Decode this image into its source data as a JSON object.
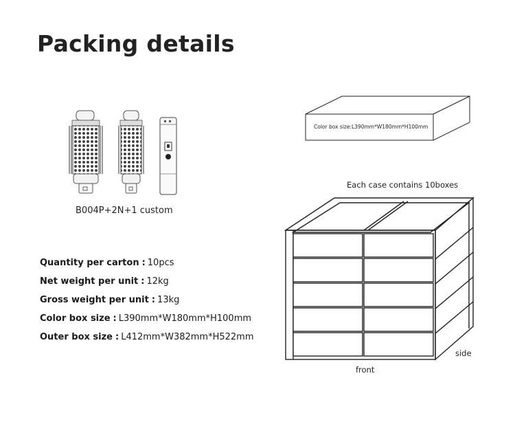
{
  "page": {
    "title": "Packing details"
  },
  "product": {
    "caption": "B004P+2N+1 custom"
  },
  "specs": [
    {
      "label": "Quantity per carton",
      "value": "10pcs"
    },
    {
      "label": "Net weight per unit",
      "value": "12kg"
    },
    {
      "label": "Gross weight per unit",
      "value": "13kg"
    },
    {
      "label": "Color box size",
      "value": "L390mm*W180mm*H100mm"
    },
    {
      "label": "Outer box size",
      "value": "L412mm*W382mm*H522mm"
    }
  ],
  "color_box": {
    "label": "Color box size:L390mm*W180mm*H100mm"
  },
  "carton": {
    "caption": "Each case contains 10boxes",
    "front_label": "front",
    "side_label": "side"
  },
  "icons": [
    "round-brush-icon",
    "round-brush-small-icon",
    "handle-unit-icon"
  ]
}
